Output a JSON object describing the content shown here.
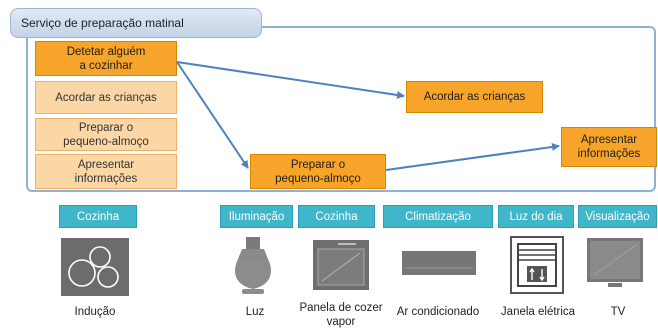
{
  "header": {
    "title": "Serviço de preparação matinal"
  },
  "column_steps": [
    "Detetar alguém\na cozinhar",
    "Acordar as crianças",
    "Preparar o\npequeno-almoço",
    "Apresentar\ninformações"
  ],
  "flow_steps": {
    "wake": "Acordar as crianças",
    "breakfast": "Preparar o\npequeno-almoço",
    "info": "Apresentar\ninformações"
  },
  "categories": [
    "Cozinha",
    "Iluminação",
    "Cozinha",
    "Climatização",
    "Luz do dia",
    "Visualização"
  ],
  "devices": [
    "Indução",
    "Luz",
    "Panela de cozer\nvapor",
    "Ar condicionado",
    "Janela elétrica",
    "TV"
  ],
  "colors": {
    "step_active": "#f7a52a",
    "step_inactive": "#fcd7a6",
    "category": "#3fb6c9",
    "arrow": "#4f81bd",
    "frame": "#8fb2d4"
  }
}
